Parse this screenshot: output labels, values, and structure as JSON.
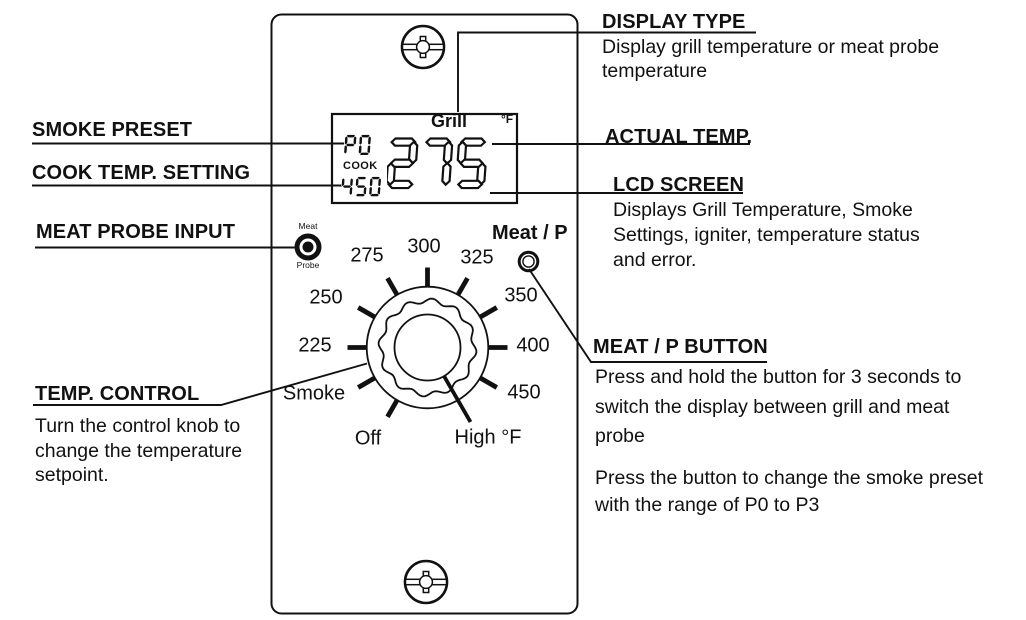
{
  "colors": {
    "ink": "#111111",
    "bg": "#ffffff"
  },
  "panel": {
    "lcd": {
      "display_type_label": "Grill",
      "unit": "°F",
      "smoke_preset": "P0",
      "cook_label": "COOK",
      "cook_temp": "450",
      "actual_temp": "275"
    },
    "meat_probe": {
      "top_label": "Meat",
      "bottom_label": "Probe"
    },
    "meat_p_label": "Meat / P",
    "knob": {
      "labels": [
        "Off",
        "Smoke",
        "225",
        "250",
        "275",
        "300",
        "325",
        "350",
        "400",
        "450",
        "High °F"
      ]
    },
    "icons": {
      "screw_top": "phillips-screw-icon",
      "screw_bottom": "phillips-screw-icon",
      "probe_jack": "meat-probe-jack-icon",
      "meat_p_button": "round-button-icon",
      "knob": "rotary-knob-icon"
    }
  },
  "annotations": {
    "left": [
      {
        "title": "SMOKE PRESET"
      },
      {
        "title": "COOK TEMP. SETTING"
      },
      {
        "title": "MEAT PROBE INPUT"
      },
      {
        "title": "TEMP. CONTROL",
        "desc": "Turn the control knob to\nchange the temperature\nsetpoint."
      }
    ],
    "right": [
      {
        "title": "DISPLAY TYPE",
        "desc": "Display grill temperature or meat probe\ntemperature"
      },
      {
        "title": "ACTUAL TEMP."
      },
      {
        "title": "LCD SCREEN",
        "desc": "Displays Grill Temperature, Smoke\nSettings, igniter, temperature status\nand error."
      },
      {
        "title": "MEAT / P BUTTON",
        "desc1": "Press and hold the button for 3 seconds to\nswitch the display between grill and meat\nprobe",
        "desc2": "Press the button to change the smoke preset\nwith the range of P0 to P3"
      }
    ]
  }
}
